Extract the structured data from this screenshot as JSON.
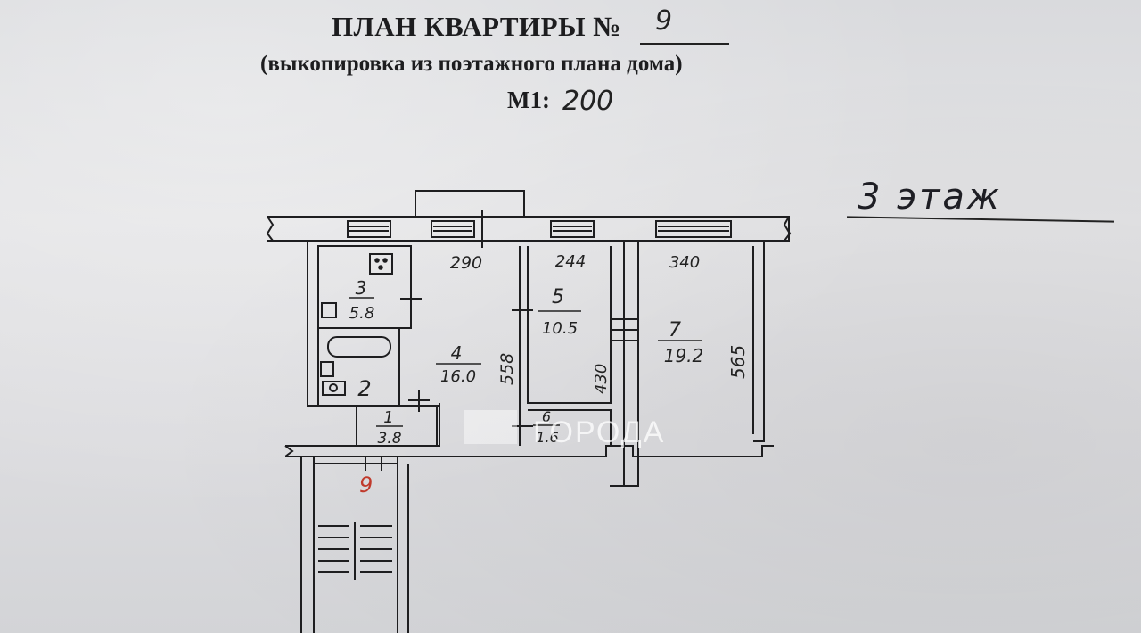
{
  "header": {
    "title": "ПЛАН КВАРТИРЫ №",
    "apartment_number": "9",
    "subtitle": "(выкопировка из поэтажного плана дома)",
    "scale_label": "М1:",
    "scale_value": "200"
  },
  "floor_note": "3 этаж",
  "plan": {
    "rooms": [
      {
        "number": "1",
        "area": "3.8"
      },
      {
        "number": "2",
        "area": ""
      },
      {
        "number": "3",
        "area": "5.8"
      },
      {
        "number": "4",
        "area": "16.0"
      },
      {
        "number": "5",
        "area": "10.5"
      },
      {
        "number": "6",
        "area": "1.6"
      },
      {
        "number": "7",
        "area": "19.2"
      }
    ],
    "dimensions": {
      "d290": "290",
      "d244": "244",
      "d340": "340",
      "d558": "558",
      "d430": "430",
      "d565": "565"
    },
    "entrance_number": "9",
    "watermark": "ГОРОДА"
  },
  "colors": {
    "ink": "#1d1d1f",
    "entrance_mark": "#c0392b",
    "paper": "#dfdfe1"
  }
}
